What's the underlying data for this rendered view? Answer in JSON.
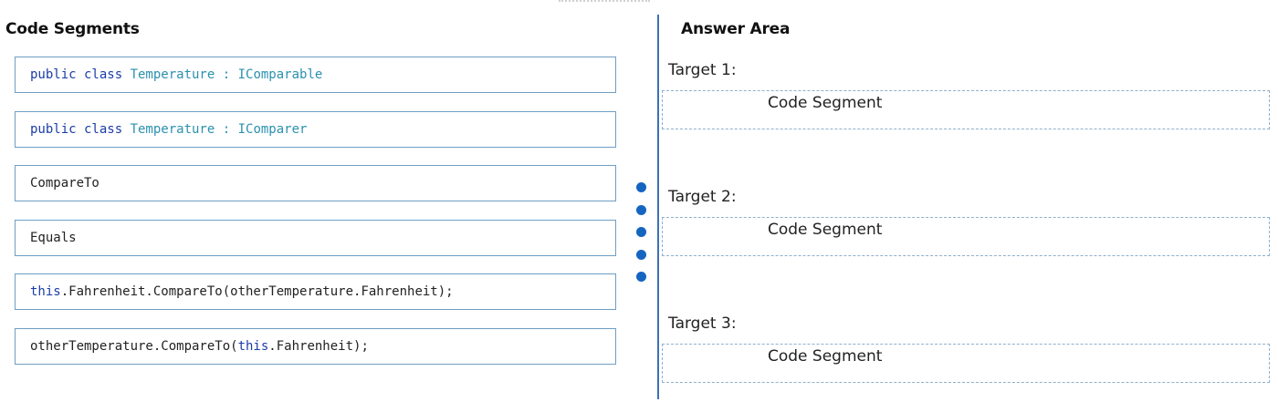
{
  "left": {
    "title": "Code Segments",
    "segments": [
      {
        "tokens": [
          {
            "t": "public class ",
            "k": "kw"
          },
          {
            "t": "Temperature",
            "k": "type"
          },
          {
            "t": " : ",
            "k": "type"
          },
          {
            "t": "IComparable",
            "k": "type"
          }
        ]
      },
      {
        "tokens": [
          {
            "t": "public class ",
            "k": "kw"
          },
          {
            "t": "Temperature",
            "k": "type"
          },
          {
            "t": " : ",
            "k": "type"
          },
          {
            "t": "IComparer",
            "k": "type"
          }
        ]
      },
      {
        "tokens": [
          {
            "t": "CompareTo",
            "k": "plain"
          }
        ]
      },
      {
        "tokens": [
          {
            "t": "Equals",
            "k": "plain"
          }
        ]
      },
      {
        "tokens": [
          {
            "t": "this",
            "k": "kw"
          },
          {
            "t": ".Fahrenheit.CompareTo(otherTemperature.Fahrenheit);",
            "k": "plain"
          }
        ]
      },
      {
        "tokens": [
          {
            "t": "otherTemperature.CompareTo(",
            "k": "plain"
          },
          {
            "t": "this",
            "k": "kw"
          },
          {
            "t": ".Fahrenheit);",
            "k": "plain"
          }
        ]
      }
    ]
  },
  "right": {
    "title": "Answer Area",
    "targets": [
      {
        "label": "Target 1:",
        "placeholder": "Code Segment"
      },
      {
        "label": "Target 2:",
        "placeholder": "Code Segment"
      },
      {
        "label": "Target 3:",
        "placeholder": "Code Segment"
      }
    ]
  },
  "colors": {
    "keyword": "#1a3da8",
    "type": "#2b91af",
    "border": "#6e9ec4",
    "divider": "#3a73b5",
    "handle_dots": "#1565c0"
  },
  "icons": {
    "drag_handle": "drag-handle-icon"
  }
}
